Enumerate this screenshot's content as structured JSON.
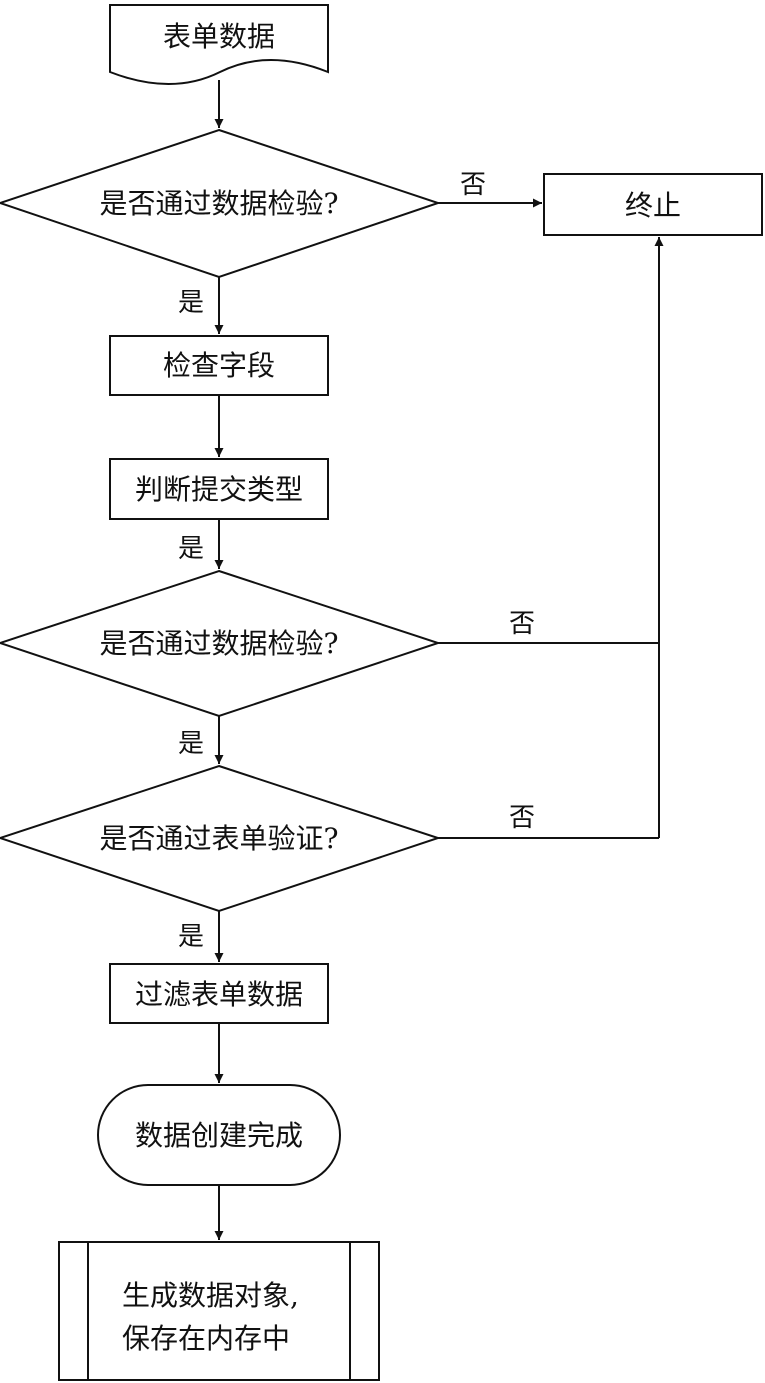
{
  "nodes": {
    "form_data": "表单数据",
    "check_validation_1": "是否通过数据检验?",
    "terminate": "终止",
    "check_fields": "检查字段",
    "judge_submit_type": "判断提交类型",
    "check_validation_2": "是否通过数据检验?",
    "check_form_validation": "是否通过表单验证?",
    "filter_form_data": "过滤表单数据",
    "data_created": "数据创建完成",
    "save_object_line1": "生成数据对象,",
    "save_object_line2": "保存在内存中"
  },
  "edges": {
    "yes": "是",
    "no": "否"
  }
}
